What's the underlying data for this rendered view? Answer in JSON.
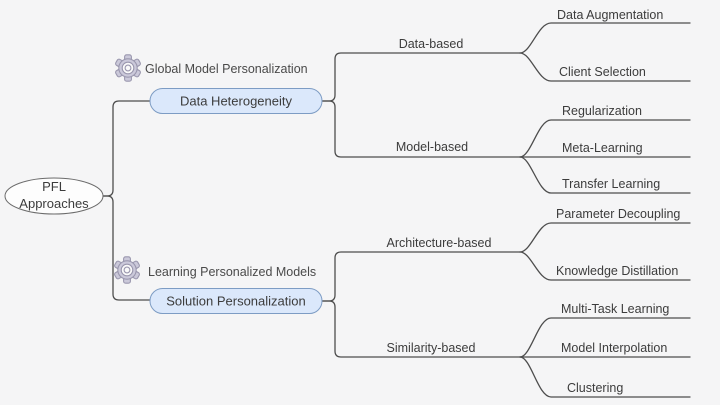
{
  "diagram": {
    "type": "mindmap-taxonomy",
    "root": {
      "line1": "PFL",
      "line2": "Approaches"
    },
    "branches": [
      {
        "annotation": "Global Model Personalization",
        "label": "Data Heterogeneity",
        "children": [
          {
            "label": "Data-based",
            "leaves": [
              "Data Augmentation",
              "Client Selection"
            ]
          },
          {
            "label": "Model-based",
            "leaves": [
              "Regularization",
              "Meta-Learning",
              "Transfer Learning"
            ]
          }
        ]
      },
      {
        "annotation": "Learning Personalized Models",
        "label": "Solution Personalization",
        "children": [
          {
            "label": "Architecture-based",
            "leaves": [
              "Parameter Decoupling",
              "Knowledge Distillation"
            ]
          },
          {
            "label": "Similarity-based",
            "leaves": [
              "Multi-Task Learning",
              "Model Interpolation",
              "Clustering"
            ]
          }
        ]
      }
    ],
    "colors": {
      "background": "#f5f5f6",
      "node_fill": "#dbe8fb",
      "node_border": "#7d9cc4",
      "edge": "#4d4d4d",
      "text": "#3c3c3c",
      "gear_fill": "#cbc9da",
      "gear_stroke": "#9a97ae"
    }
  }
}
